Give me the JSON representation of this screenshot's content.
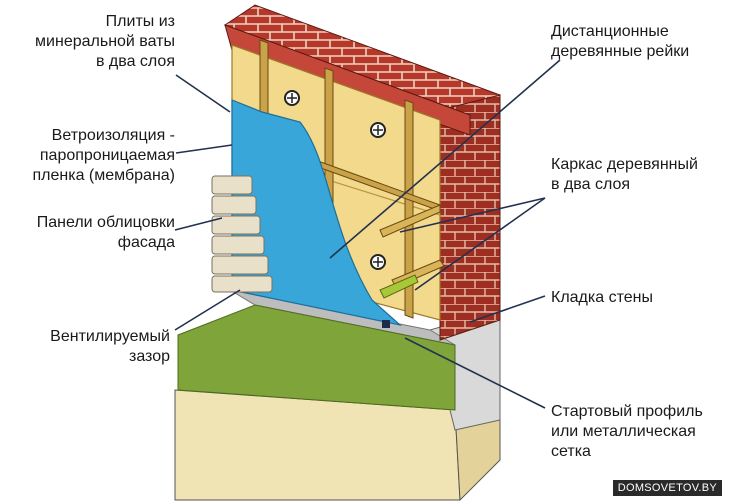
{
  "labels": {
    "mineral_wool": "Плиты из\nминеральной ваты\nв два слоя",
    "wind_barrier": "Ветроизоляция -\nпаропроницаемая\nпленка (мембрана)",
    "facade_panels": "Панели облицовки\nфасада",
    "ventilated_gap": "Вентилируемый\nзазор",
    "spacer_battens": "Дистанционные\nдеревянные рейки",
    "wood_frame": "Каркас деревянный\nв два слоя",
    "masonry": "Кладка стены",
    "starter_profile": "Стартовый профиль\nили металлическая\nсетка"
  },
  "watermark": "DOMSOVETOV.BY",
  "colors": {
    "brick": "#b5382a",
    "mortar": "#e8c8b8",
    "insulation": "#f3d98b",
    "membrane": "#38a6d8",
    "wood": "#c9a24a",
    "lawn": "#7ea43a",
    "soil": "#f1e4b4",
    "foundation": "#d9d9d9",
    "leader": "#22314f"
  }
}
